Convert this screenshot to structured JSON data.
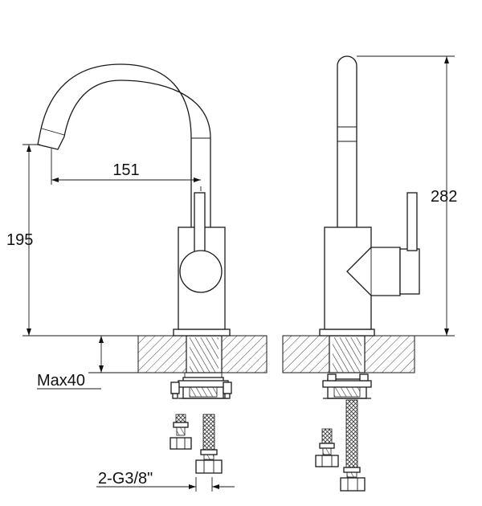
{
  "dimensions": {
    "spout_reach": "151",
    "spout_height": "195",
    "total_height": "282",
    "max_deck": "Max40",
    "connection": "2-G3/8\""
  }
}
